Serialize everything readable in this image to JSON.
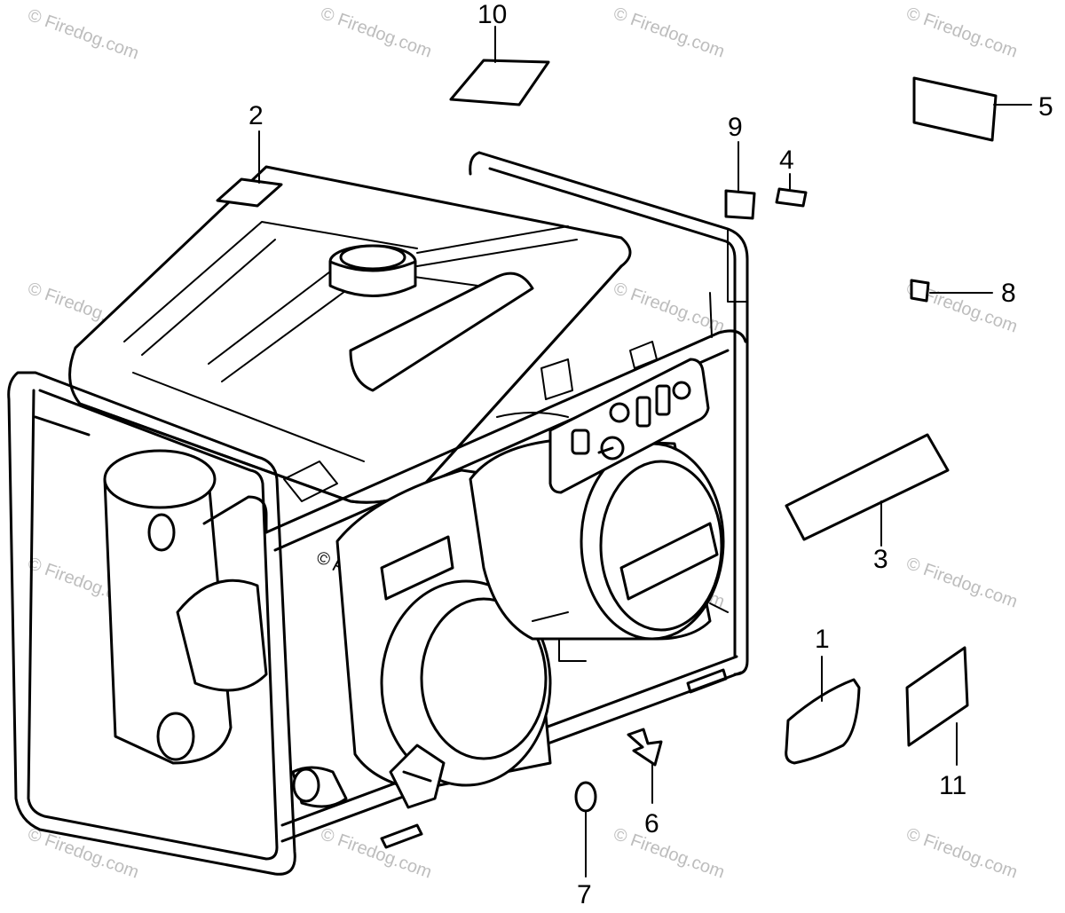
{
  "callouts": [
    {
      "id": "1",
      "label": "1"
    },
    {
      "id": "2",
      "label": "2"
    },
    {
      "id": "3",
      "label": "3"
    },
    {
      "id": "4",
      "label": "4"
    },
    {
      "id": "5",
      "label": "5"
    },
    {
      "id": "6",
      "label": "6"
    },
    {
      "id": "7",
      "label": "7"
    },
    {
      "id": "8",
      "label": "8"
    },
    {
      "id": "9",
      "label": "9"
    },
    {
      "id": "10",
      "label": "10"
    },
    {
      "id": "11",
      "label": "11"
    }
  ],
  "watermark": {
    "text": "© Firedog.com"
  },
  "colors": {
    "line": "#000000",
    "watermark": "#bdbdbd",
    "background": "#ffffff"
  }
}
